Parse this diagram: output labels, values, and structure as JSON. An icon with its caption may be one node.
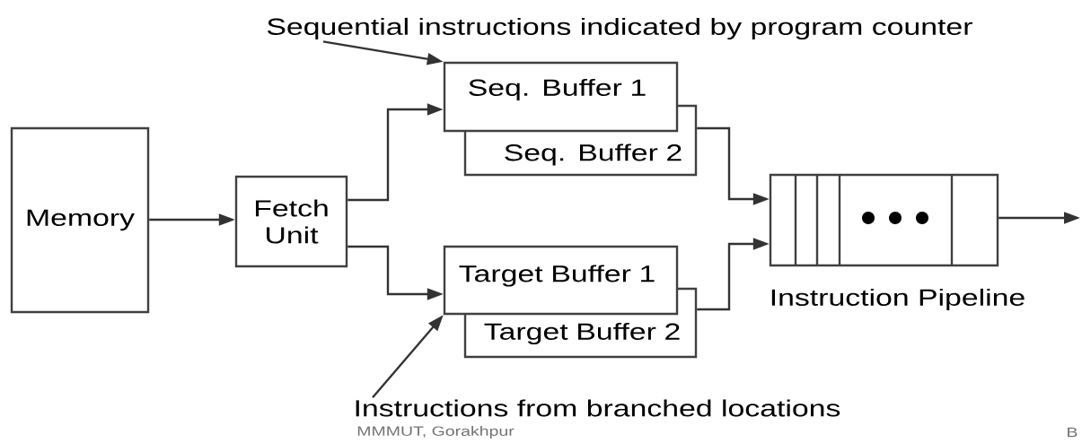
{
  "diagram": {
    "nodes": [
      {
        "text": [
          "Memory"
        ]
      },
      {
        "text": [
          "Fetch Unit"
        ]
      },
      {
        "text": [
          "Seq. Buffer 1"
        ]
      },
      {
        "text": [
          "Seq. Buffer 2"
        ]
      },
      {
        "text": [
          "Target Buffer 1"
        ]
      },
      {
        "text": [
          "Target Buffer 2"
        ]
      },
      {
        "text": [],
        "shape": "box",
        "beside": [
          "Instruction Pipeline"
        ]
      },
      {
        "text": [
          "Sequential instructions indicated by program counter"
        ]
      },
      {
        "text": [
          "Instructions from branched locations"
        ]
      }
    ],
    "edges": [
      {
        "from": 0,
        "to": 1,
        "arrow": "to"
      },
      {
        "from": 1,
        "to": 2,
        "arrow": "to"
      },
      {
        "from": 1,
        "to": 4,
        "arrow": "to"
      },
      {
        "from": 3,
        "to": 6,
        "arrow": "to"
      },
      {
        "from": 5,
        "to": 6,
        "arrow": "to"
      },
      {
        "from": 6,
        "to": null,
        "arrow": "to"
      },
      {
        "from": 7,
        "to": 2,
        "arrow": "to"
      },
      {
        "from": 8,
        "to": 4,
        "arrow": "to"
      }
    ],
    "labels": [
      "MMMUT, Gorakhpur",
      "B"
    ]
  }
}
